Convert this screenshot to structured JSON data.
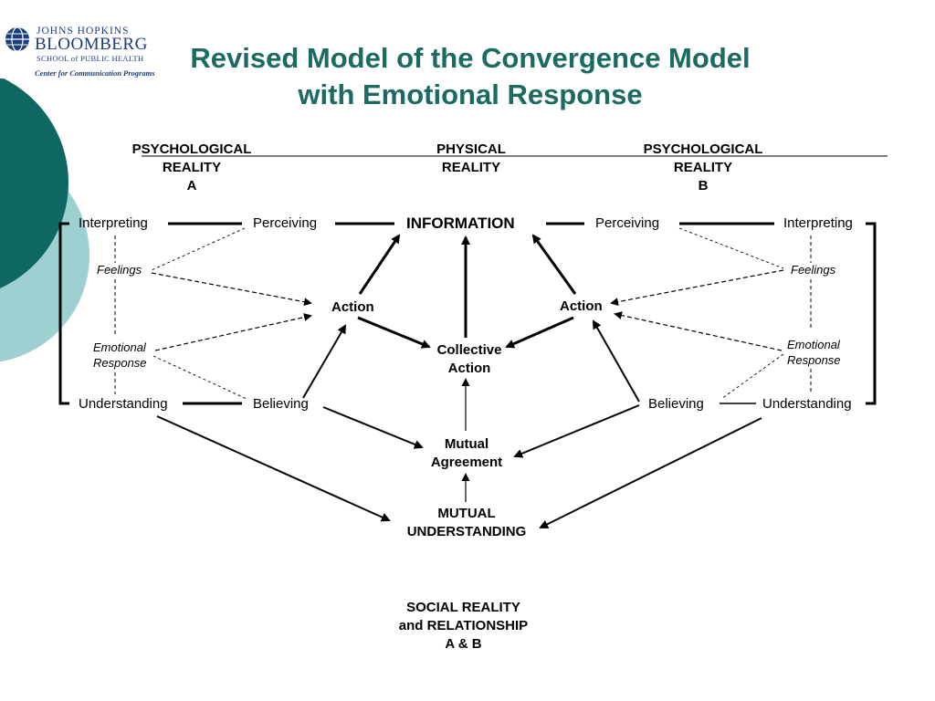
{
  "logo": {
    "line1": "JOHNS HOPKINS",
    "line2": "BLOOMBERG",
    "line3": "SCHOOL of PUBLIC HEALTH",
    "line4": "Center for Communication Programs",
    "globe_icon": "globe-icon"
  },
  "title": {
    "line1": "Revised Model of the Convergence Model",
    "line2": "with Emotional Response"
  },
  "header": {
    "left": [
      "PSYCHOLOGICAL",
      "REALITY",
      "A"
    ],
    "center": [
      "PHYSICAL",
      "REALITY"
    ],
    "right": [
      "PSYCHOLOGICAL",
      "REALITY",
      "B"
    ]
  },
  "nodes": {
    "interpreting_a": "Interpreting",
    "perceiving_a": "Perceiving",
    "information": "INFORMATION",
    "perceiving_b": "Perceiving",
    "interpreting_b": "Interpreting",
    "feelings_a": "Feelings",
    "feelings_b": "Feelings",
    "action_a": "Action",
    "action_b": "Action",
    "emotional_a": [
      "Emotional",
      "Response"
    ],
    "emotional_b": [
      "Emotional",
      "Response"
    ],
    "collective_action": [
      "Collective",
      "Action"
    ],
    "understanding_a": "Understanding",
    "believing_a": "Believing",
    "believing_b": "Believing",
    "understanding_b": "Understanding",
    "mutual_agreement": [
      "Mutual",
      "Agreement"
    ],
    "mutual_understanding": [
      "MUTUAL",
      "UNDERSTANDING"
    ]
  },
  "footer": [
    "SOCIAL  REALITY",
    "and RELATIONSHIP",
    "A & B"
  ],
  "colors": {
    "title": "#1b6b63",
    "dark_teal": "#0e6760",
    "light_teal": "#9ecfd1",
    "logo_blue": "#1a3d7c"
  }
}
